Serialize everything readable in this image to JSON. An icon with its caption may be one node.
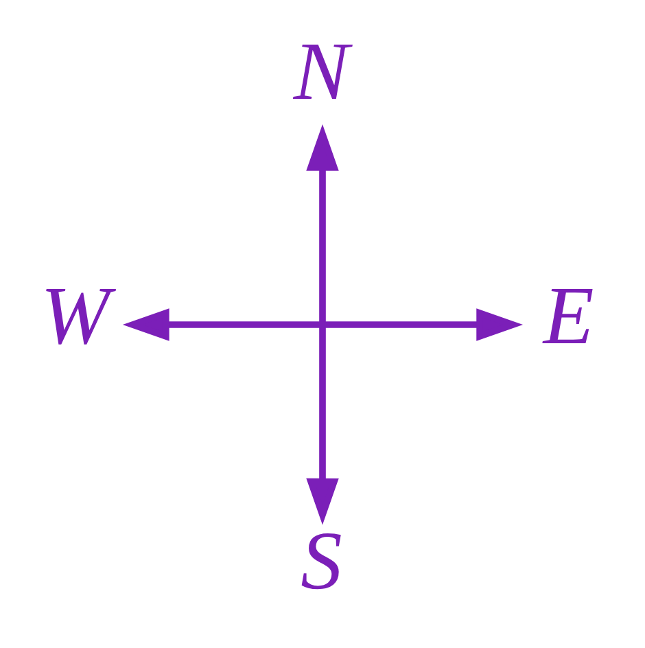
{
  "diagram": {
    "nodes": [
      {
        "text": [
          "N"
        ]
      },
      {
        "text": [
          "W"
        ]
      },
      {
        "text": [
          "E"
        ]
      },
      {
        "text": [
          "S"
        ]
      }
    ],
    "edges": [
      {
        "from": 0,
        "to": 3,
        "arrow": "both"
      },
      {
        "from": 1,
        "to": 2,
        "arrow": "both"
      }
    ]
  }
}
